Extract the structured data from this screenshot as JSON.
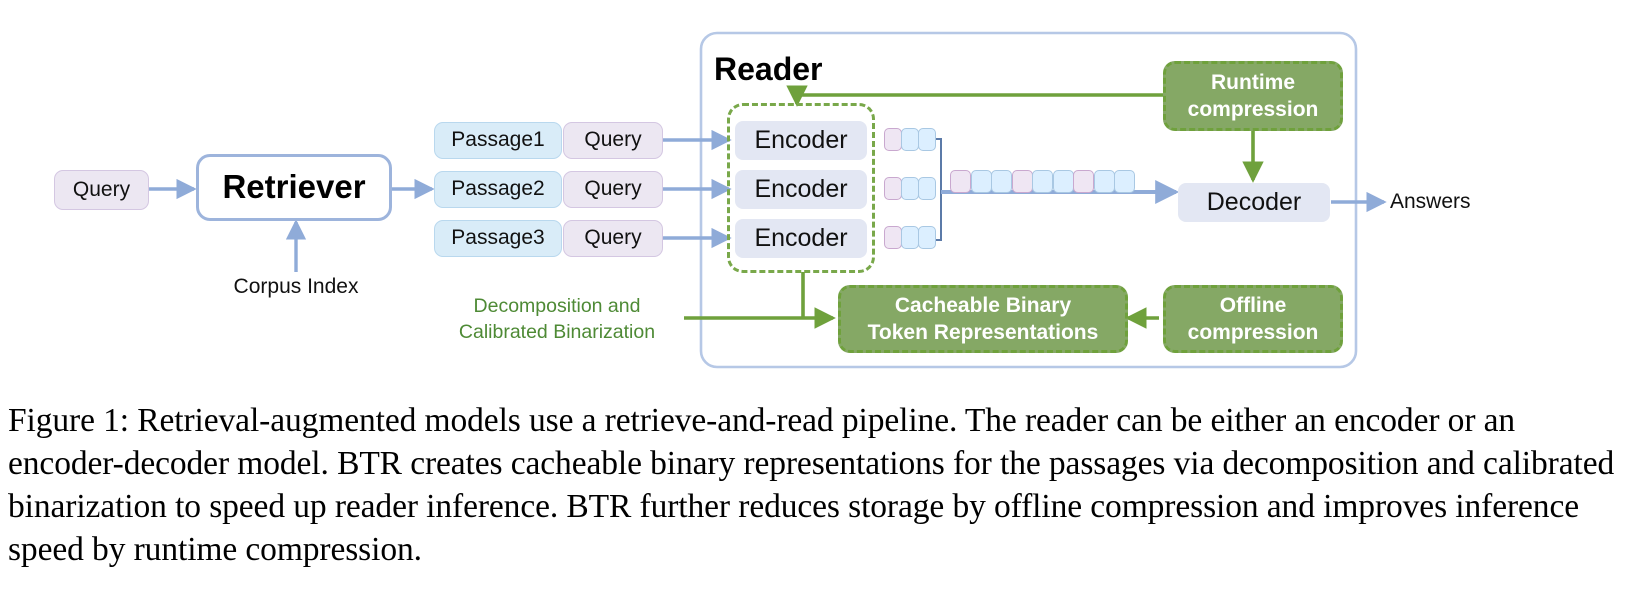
{
  "figure": {
    "nodes": {
      "query_input": "Query",
      "retriever": "Retriever",
      "corpus_index": "Corpus Index",
      "reader_title": "Reader",
      "decomposition_label_line1": "Decomposition and",
      "decomposition_label_line2": "Calibrated Binarization",
      "decoder": "Decoder",
      "answers": "Answers",
      "runtime_compression_line1": "Runtime",
      "runtime_compression_line2": "compression",
      "offline_compression_line1": "Offline",
      "offline_compression_line2": "compression",
      "cacheable_line1": "Cacheable Binary",
      "cacheable_line2": "Token Representations"
    },
    "passages": [
      {
        "passage": "Passage1",
        "query": "Query"
      },
      {
        "passage": "Passage2",
        "query": "Query"
      },
      {
        "passage": "Passage3",
        "query": "Query"
      }
    ],
    "encoders": [
      "Encoder",
      "Encoder",
      "Encoder"
    ],
    "encoder_token_rows": [
      [
        "pink",
        "blue",
        "blue"
      ],
      [
        "pink",
        "blue",
        "blue"
      ],
      [
        "pink",
        "blue",
        "blue"
      ]
    ],
    "concatenated_tokens": [
      "pink",
      "blue",
      "blue",
      "pink",
      "blue",
      "blue",
      "pink",
      "blue",
      "blue"
    ],
    "colors": {
      "lavender_fill": "#ece7f2",
      "lavender_border": "#d4c7e2",
      "blue_fill": "#d9ecf8",
      "blue_border": "#b9d8ee",
      "grey_block": "#e3e7f3",
      "arrow_blue": "#8fabd8",
      "reader_border": "#b6c8e6",
      "retriever_border": "#9db4dc",
      "green_line": "#6fa13c",
      "green_fill": "#85a865",
      "green_text": "#4e8a35",
      "token_pink": "#efe6f3",
      "token_blue": "#dcefff"
    }
  },
  "caption": {
    "text": "Figure 1: Retrieval-augmented models use a retrieve-and-read pipeline. The reader can be either an encoder or an encoder-decoder model. BTR creates cacheable binary representations for the passages via decomposition and calibrated binarization to speed up reader inference. BTR further reduces storage by offline compression and improves inference speed by runtime compression."
  }
}
